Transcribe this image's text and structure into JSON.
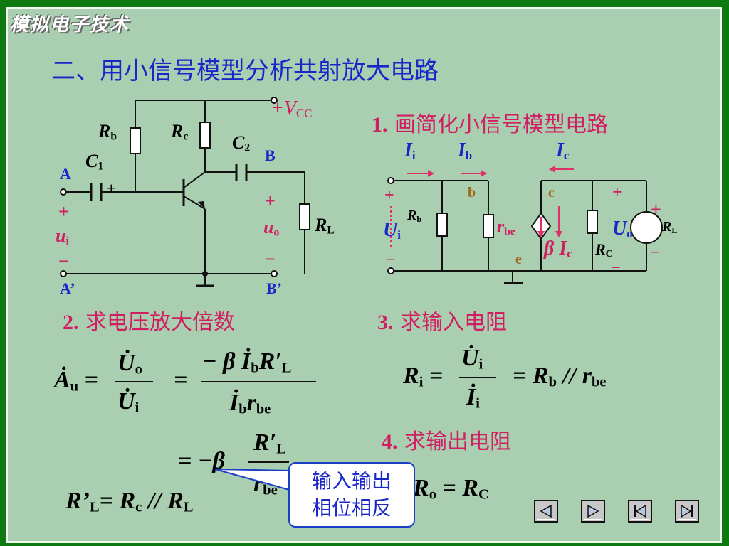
{
  "course_title": "模拟电子技术",
  "section_title": "二、用小信号模型分析共射放大电路",
  "step1": {
    "num": "1.",
    "text": "画简化小信号模型电路"
  },
  "step2": {
    "num": "2.",
    "text": "求电压放大倍数"
  },
  "step3": {
    "num": "3.",
    "text": "求输入电阻"
  },
  "step4": {
    "num": "4.",
    "text": "求输出电阻"
  },
  "callout": {
    "line1": "输入输出",
    "line2": "相位相反"
  },
  "circuit1": {
    "vcc": "+V",
    "vcc_sub": "CC",
    "rb": "R",
    "rb_sub": "b",
    "rc": "R",
    "rc_sub": "c",
    "c1": "C",
    "c1_sub": "1",
    "c2": "C",
    "c2_sub": "2",
    "A": "A",
    "Ap": "A’",
    "B": "B",
    "Bp": "B’",
    "plus": "+",
    "minus": "−",
    "ui": "u",
    "ui_sub": "i",
    "uo": "u",
    "uo_sub": "o",
    "rl": "R",
    "rl_sub": "L"
  },
  "circuit2": {
    "ii": "I",
    "ii_sub": "i",
    "ib": "I",
    "ib_sub": "b",
    "ic": "I",
    "ic_sub": "c",
    "b": "b",
    "c": "c",
    "e": "e",
    "rb": "R",
    "rb_sub": "b",
    "rbe": "r",
    "rbe_sub": "be",
    "beta": "β",
    "bic": "I",
    "bic_sub": "c",
    "rc": "R",
    "rc_sub": "C",
    "rl": "R",
    "rl_sub": "L",
    "ui": "U",
    "ui_sub": "i",
    "uo": "U",
    "uo_sub": "o",
    "plus": "+",
    "minus": "−"
  },
  "nav": {
    "icons": [
      "prev-icon",
      "next-icon",
      "first-icon",
      "last-icon"
    ]
  }
}
